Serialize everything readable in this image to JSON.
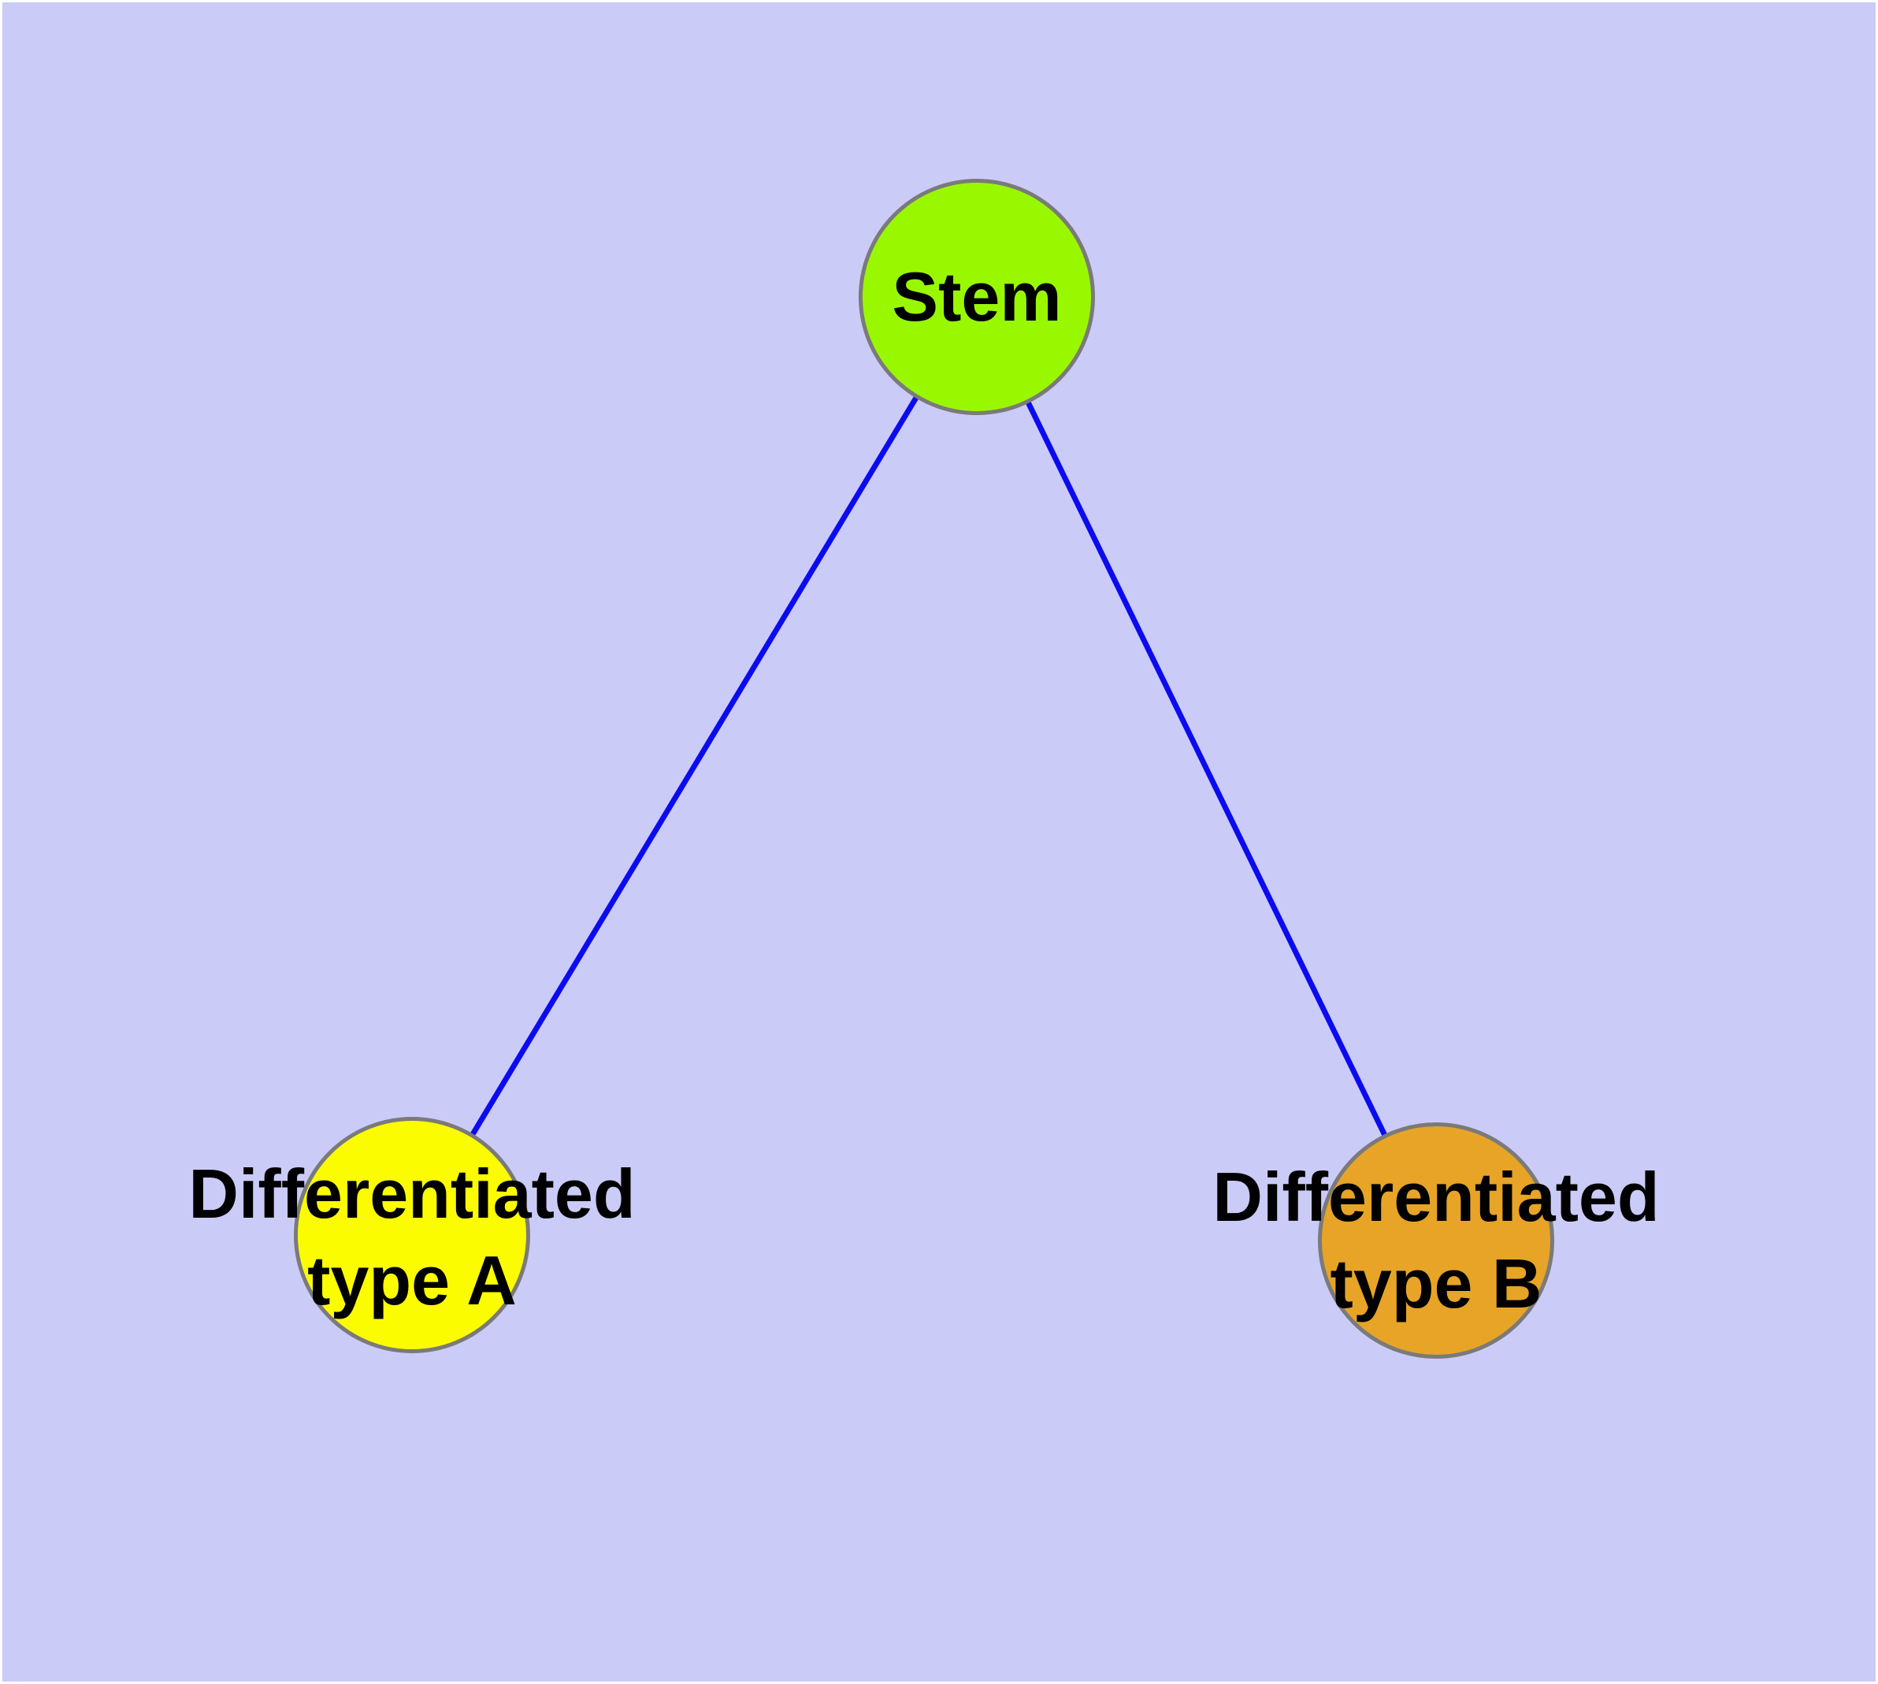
{
  "diagram": {
    "background_color": "#cbcbf8",
    "frame_color": "#ffffff",
    "edge_color": "#0b0bf0",
    "node_border_color": "#7a7a7a",
    "label_color": "#000000",
    "nodes": [
      {
        "id": "stem",
        "label": "Stem",
        "label_lines": [
          "Stem"
        ],
        "fill": "#99f800"
      },
      {
        "id": "differentiated-type-a",
        "label": "Differentiated type A",
        "label_lines": [
          "Differentiated",
          "type A"
        ],
        "fill": "#fcfc00"
      },
      {
        "id": "differentiated-type-b",
        "label": "Differentiated type B",
        "label_lines": [
          "Differentiated",
          "type B"
        ],
        "fill": "#e7a426"
      }
    ],
    "edges": [
      {
        "from": "Stem",
        "to": "Differentiated type A"
      },
      {
        "from": "Stem",
        "to": "Differentiated type B"
      }
    ]
  }
}
